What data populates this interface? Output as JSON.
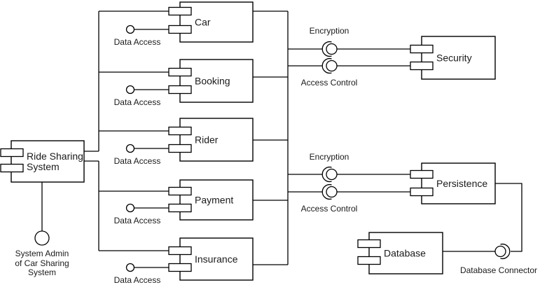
{
  "colors": {
    "background": "#ffffff",
    "shape_fill": "#ffffff",
    "stroke": "#000000",
    "text": "#1a1a1a"
  },
  "diagram": {
    "type": "uml-component-diagram",
    "main_component": {
      "label_line1": "Ride Sharing",
      "label_line2": "System",
      "actor": {
        "line1": "System Admin",
        "line2": "of Car Sharing",
        "line3": "System"
      }
    },
    "modules": [
      {
        "label": "Car",
        "interface_label": "Data Access"
      },
      {
        "label": "Booking",
        "interface_label": "Data Access"
      },
      {
        "label": "Rider",
        "interface_label": "Data Access"
      },
      {
        "label": "Payment",
        "interface_label": "Data Access"
      },
      {
        "label": "Insurance",
        "interface_label": "Data Access"
      }
    ],
    "security_section": {
      "component_label": "Security",
      "top_interface_label": "Encryption",
      "bottom_interface_label": "Access Control"
    },
    "persistence_section": {
      "component_label": "Persistence",
      "top_interface_label": "Encryption",
      "bottom_interface_label": "Access Control"
    },
    "database_section": {
      "component_label": "Database",
      "connector_label": "Database Connector"
    }
  }
}
